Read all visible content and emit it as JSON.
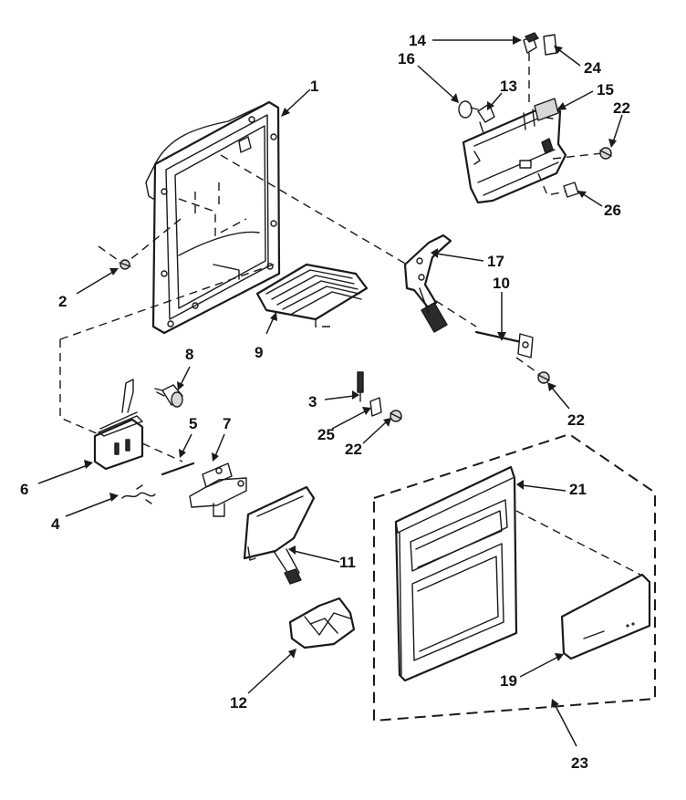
{
  "callouts": [
    {
      "id": "1",
      "text": "1"
    },
    {
      "id": "2",
      "text": "2"
    },
    {
      "id": "3",
      "text": "3"
    },
    {
      "id": "4",
      "text": "4"
    },
    {
      "id": "5",
      "text": "5"
    },
    {
      "id": "6",
      "text": "6"
    },
    {
      "id": "7",
      "text": "7"
    },
    {
      "id": "8",
      "text": "8"
    },
    {
      "id": "9",
      "text": "9"
    },
    {
      "id": "10",
      "text": "10"
    },
    {
      "id": "11",
      "text": "11"
    },
    {
      "id": "12",
      "text": "12"
    },
    {
      "id": "13",
      "text": "13"
    },
    {
      "id": "14",
      "text": "14"
    },
    {
      "id": "15",
      "text": "15"
    },
    {
      "id": "16",
      "text": "16"
    },
    {
      "id": "17",
      "text": "17"
    },
    {
      "id": "19",
      "text": "19"
    },
    {
      "id": "21",
      "text": "21"
    },
    {
      "id": "22a",
      "text": "22"
    },
    {
      "id": "22b",
      "text": "22"
    },
    {
      "id": "22c",
      "text": "22"
    },
    {
      "id": "23",
      "text": "23"
    },
    {
      "id": "24",
      "text": "24"
    },
    {
      "id": "25",
      "text": "25"
    },
    {
      "id": "26",
      "text": "26"
    }
  ]
}
